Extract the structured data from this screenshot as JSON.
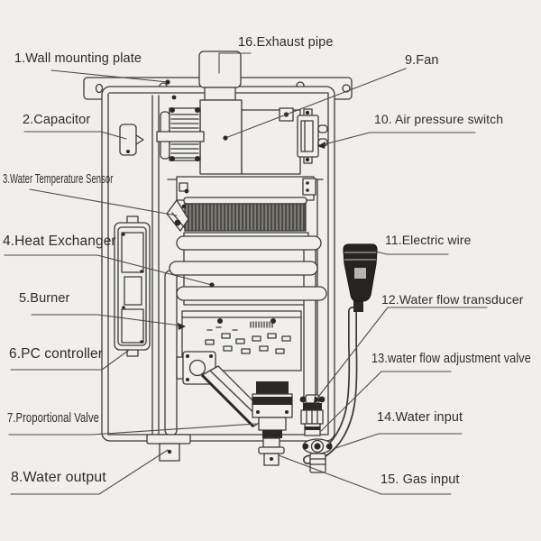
{
  "diagram": {
    "type": "labeled-parts-diagram",
    "subject": "gas tankless water heater internal components",
    "labels": [
      {
        "num": 1,
        "text": "1.Wall mounting plate"
      },
      {
        "num": 2,
        "text": "2.Capacitor"
      },
      {
        "num": 3,
        "text": "3.Water Temperature Sensor"
      },
      {
        "num": 4,
        "text": "4.Heat Exchanger"
      },
      {
        "num": 5,
        "text": "5.Burner"
      },
      {
        "num": 6,
        "text": "6.PC controller"
      },
      {
        "num": 7,
        "text": "7.Proportional Valve"
      },
      {
        "num": 8,
        "text": "8.Water output"
      },
      {
        "num": 9,
        "text": "9.Fan"
      },
      {
        "num": 10,
        "text": "10. Air pressure switch"
      },
      {
        "num": 11,
        "text": "11.Electric wire"
      },
      {
        "num": 12,
        "text": "12.Water flow transducer"
      },
      {
        "num": 13,
        "text": "13.water flow adjustment valve"
      },
      {
        "num": 14,
        "text": "14.Water input"
      },
      {
        "num": 15,
        "text": "15. Gas input"
      },
      {
        "num": 16,
        "text": "16.Exhaust pipe"
      }
    ]
  },
  "colors": {
    "bg": "#f1efec",
    "line": "#3b3a38",
    "text": "#2e2d2b",
    "leader": "#4c4b49",
    "dark": "#2a2927"
  }
}
